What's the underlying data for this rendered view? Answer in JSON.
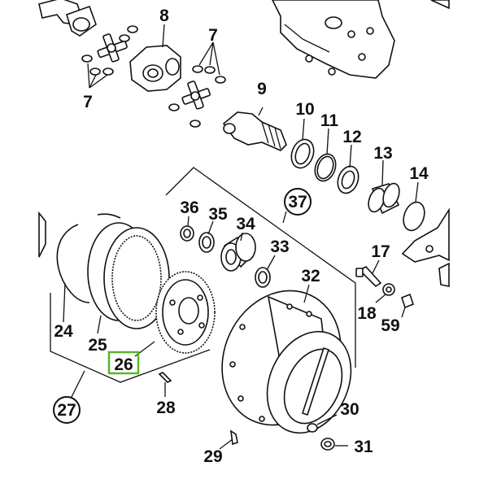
{
  "labels": {
    "p7a": "7",
    "p8": "8",
    "p7b": "7",
    "p9": "9",
    "p10": "10",
    "p11": "11",
    "p12": "12",
    "p13": "13",
    "p14": "14",
    "p36": "36",
    "p35": "35",
    "p34": "34",
    "p37": "37",
    "p33": "33",
    "p32": "32",
    "p17": "17",
    "p18": "18",
    "p59": "59",
    "p24": "24",
    "p25": "25",
    "p26": "26",
    "p27": "27",
    "p28": "28",
    "p30": "30",
    "p29": "29",
    "p31": "31"
  },
  "highlight": {
    "part": "26",
    "color": "#59b62a"
  }
}
